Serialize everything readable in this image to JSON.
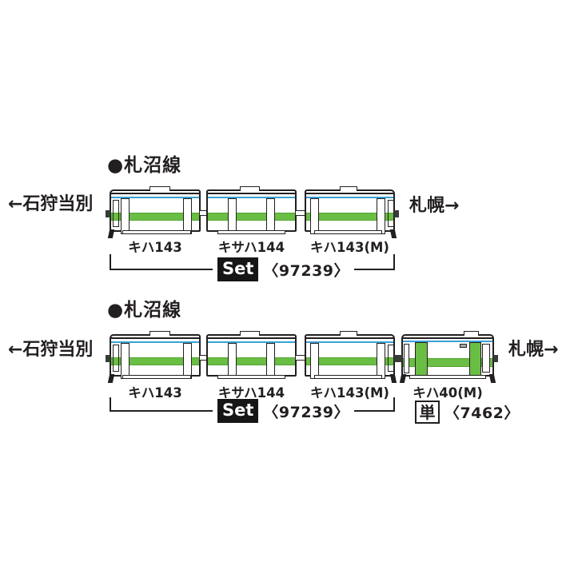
{
  "colors": {
    "outline": "#231f20",
    "blue_stripe": "#3aa0d5",
    "green_stripe": "#6abe44",
    "green_stripe_edge": "#53a531",
    "grey_box": "#a7a9ac",
    "set_box_bg": "#161616",
    "set_box_text": "#ffffff"
  },
  "consists": [
    {
      "heading": "●札沼線",
      "left_label": "←石狩当別",
      "right_label": "札幌→",
      "cars": [
        {
          "label": "キハ143",
          "type": "cab-left"
        },
        {
          "label": "キサハ144",
          "type": "trailer"
        },
        {
          "label": "キハ143(M)",
          "type": "cab-right"
        }
      ],
      "set_badge": {
        "label": "Set",
        "number": "〈97239〉"
      }
    },
    {
      "heading": "●札沼線",
      "left_label": "←石狩当別",
      "right_label": "札幌→",
      "cars": [
        {
          "label": "キハ143",
          "type": "cab-left"
        },
        {
          "label": "キサハ144",
          "type": "trailer"
        },
        {
          "label": "キハ143(M)",
          "type": "cab-right"
        },
        {
          "label": "キハ40(M)",
          "type": "double-cab"
        }
      ],
      "set_badge": {
        "label": "Set",
        "number": "〈97239〉"
      },
      "single_badge": {
        "label": "単",
        "number": "〈7462〉"
      }
    }
  ]
}
